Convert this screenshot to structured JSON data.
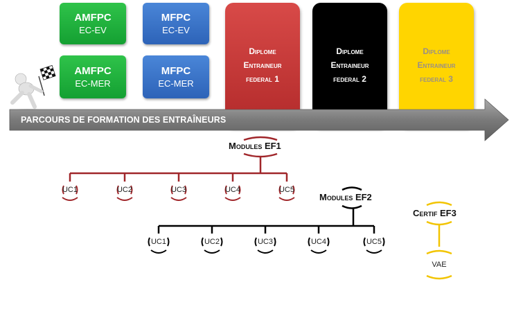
{
  "boxes": {
    "amfpc_ev": {
      "title": "AMFPC",
      "sub": "EC-EV"
    },
    "mfpc_ev": {
      "title": "MFPC",
      "sub": "EC-EV"
    },
    "amfpc_mer": {
      "title": "AMFPC",
      "sub": "EC-MER"
    },
    "mfpc_mer": {
      "title": "MFPC",
      "sub": "EC-MER"
    }
  },
  "diplomas": [
    {
      "l1": "Diplome",
      "l2": "Entraineur",
      "l3": "federal 1"
    },
    {
      "l1": "Diplome",
      "l2": "Entraineur",
      "l3": "federal 2"
    },
    {
      "l1": "Diplome",
      "l2": "Entraineur",
      "l3": "federal 3"
    }
  ],
  "arrow_label": "PARCOURS DE FORMATION DES ENTRAÎNEURS",
  "modules_ef1": {
    "title": "Modules EF1",
    "units": [
      "UC1",
      "UC2",
      "UC3",
      "UC4",
      "UC5"
    ],
    "color": "#a0262a"
  },
  "modules_ef2": {
    "title": "Modules EF2",
    "units": [
      "UC1",
      "UC2",
      "UC3",
      "UC4",
      "UC5"
    ],
    "color": "#000000"
  },
  "certif_ef3": {
    "title": "Certif EF3",
    "unit": "VAE",
    "color": "#f2c400"
  },
  "colors": {
    "green": "#1fb23d",
    "blue": "#3b73c8",
    "red": "#c43a3a",
    "black": "#000000",
    "yellow": "#ffd500",
    "arrow": "#7d7d7d"
  }
}
